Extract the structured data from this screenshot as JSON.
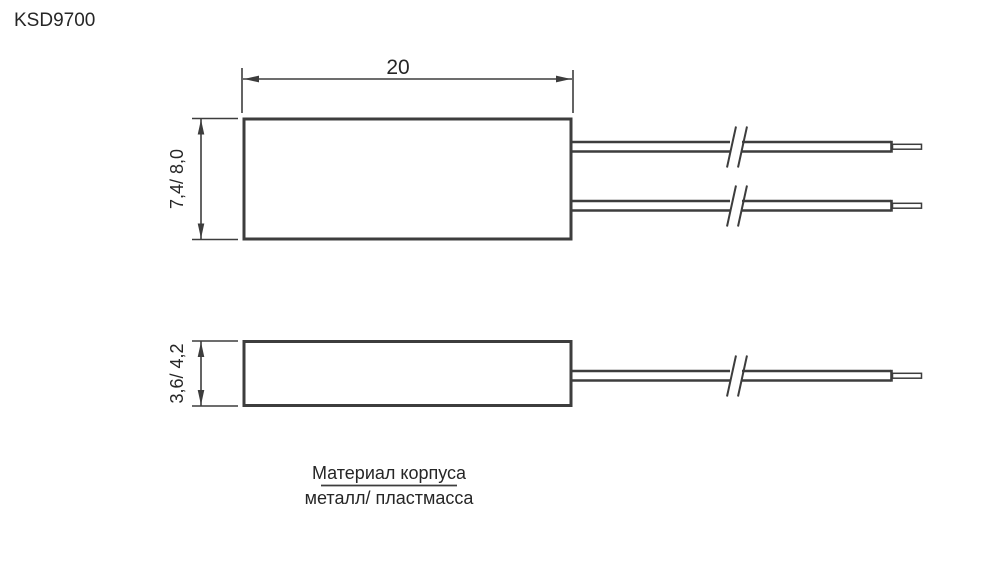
{
  "title": "KSD9700",
  "colors": {
    "line": "#3d3d3d",
    "text": "#262626",
    "background": "#ffffff"
  },
  "views": {
    "top": {
      "length_label": "20",
      "height_label": "7,4/ 8,0"
    },
    "side": {
      "thickness_label": "3,6/ 4,2"
    }
  },
  "material": {
    "label": "Материал корпуса",
    "value": "металл/ пластмасса"
  }
}
